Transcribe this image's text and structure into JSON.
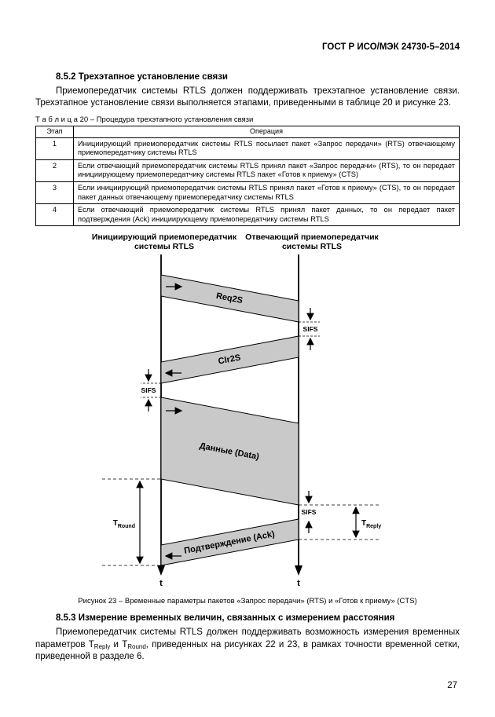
{
  "colors": {
    "band_fill": "#c9c9c9",
    "ink": "#000000"
  },
  "header": {
    "doc_code": "ГОСТ Р ИСО/МЭК 24730-5–2014"
  },
  "section_852": {
    "heading": "8.5.2 Трехэтапное установление связи",
    "paragraph": "Приемопередатчик системы RTLS должен поддерживать трехэтапное установление связи. Трехэтапное установление связи выполняется этапами, приведенными в таблице 20 и рисунке 23."
  },
  "table20": {
    "caption": "Т а б л и ц а  20 – Процедура трехэтапного установления связи",
    "col_stage": "Этап",
    "col_operation": "Операция",
    "rows": [
      {
        "stage": "1",
        "operation": "Инициирующий приемопередатчик системы RTLS посылает пакет «Запрос передачи» (RTS) отвечающему приемопередатчику системы RTLS"
      },
      {
        "stage": "2",
        "operation": "Если отвечающий приемопередатчик системы RTLS принял пакет «Запрос передачи» (RTS), то он передает инициирующему приемопередатчику системы RTLS пакет «Готов к приему» (CTS)"
      },
      {
        "stage": "3",
        "operation": "Если инициирующий приемопередатчик системы RTLS принял пакет «Готов к приему» (CTS), то он передает пакет данных отвечающему приемопередатчику системы RTLS"
      },
      {
        "stage": "4",
        "operation": "Если отвечающий приемопередатчик системы RTLS принял пакет данных, то он передает пакет подтверждения (Ack) инициирующему приемопередатчику системы RTLS"
      }
    ]
  },
  "figure23": {
    "initiator_title": "Инициирующий приемопередатчик",
    "initiator_subtitle": "системы RTLS",
    "responder_title": "Отвечающий приемопередатчик",
    "responder_subtitle": "системы RTLS",
    "band_req2s": "Req2S",
    "band_clr2s": "Clr2S",
    "band_data": "Данные (Data)",
    "band_ack": "Подтверждение (Ack)",
    "sifs_label": "SIFS",
    "t_symbol": "T",
    "t_round_sub": "Round",
    "t_reply_sub": "Reply",
    "time_axis_label": "t",
    "caption": "Рисунок 23 – Временные параметры пакетов «Запрос передачи» (RTS) и «Готов к приему» (CTS)"
  },
  "section_853": {
    "heading": "8.5.3 Измерение временных величин, связанных с измерением расстояния",
    "p_part1": "Приемопередатчик системы RTLS должен поддерживать возможность измерения временных параметров T",
    "p_sub1": "Reply",
    "p_part2": " и T",
    "p_sub2": "Round",
    "p_part3": ", приведенных на рисунках 22 и 23, в рамках точности временной сетки, приведенной в разделе 6."
  },
  "footer": {
    "page_number": "27"
  }
}
